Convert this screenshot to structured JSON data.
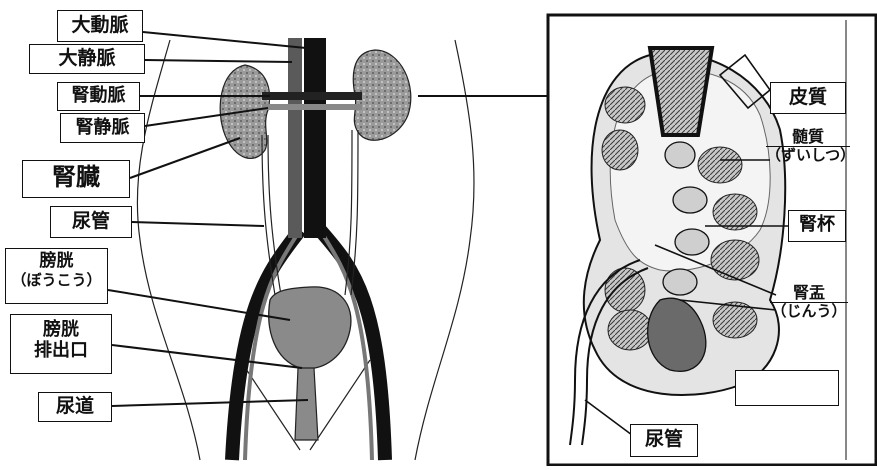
{
  "labels": {
    "aorta": "大動脈",
    "vena_cava": "大静脈",
    "renal_artery": "腎動脈",
    "renal_vein": "腎静脈",
    "kidney": "腎臓",
    "ureter_left": "尿管",
    "bladder": "膀胱",
    "bladder_reading": "（ぼうこう）",
    "bladder_outlet_1": "膀胱",
    "bladder_outlet_2": "排出口",
    "urethra": "尿道",
    "cortex": "皮質",
    "medulla": "髄質",
    "medulla_reading": "（ずいしつ）",
    "calyx": "腎杯",
    "pelvis": "腎盂",
    "pelvis_reading": "（じんう）",
    "ureter_right": "尿管",
    "blank_box": ""
  }
}
